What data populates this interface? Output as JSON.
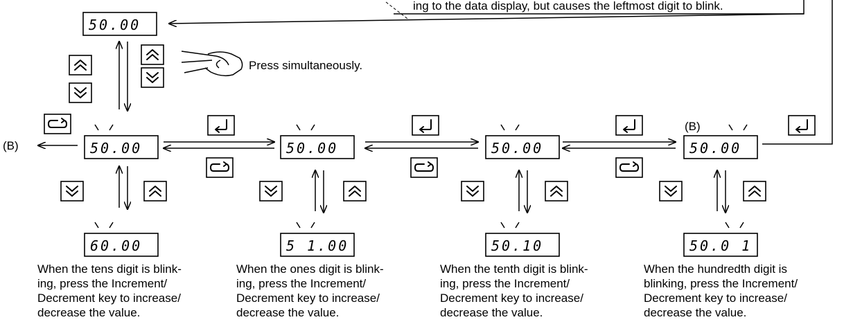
{
  "note": {
    "text": "ing to the data display, but causes the leftmost digit to blink."
  },
  "top_display": {
    "value": "50.00"
  },
  "press_simultaneously": "Press simultaneously.",
  "b_marker_left": "(B)",
  "b_marker_right": "(B)",
  "stages": [
    {
      "display": "50.00",
      "result": "60.00",
      "caption": [
        "When the tens digit is blink-",
        "ing, press the Increment/",
        "Decrement key to increase/",
        "decrease the value."
      ]
    },
    {
      "display": "50.00",
      "result": "5 1.00",
      "caption": [
        "When the ones digit is blink-",
        "ing, press the Increment/",
        "Decrement key to increase/",
        "decrease the value."
      ]
    },
    {
      "display": "50.00",
      "result": "50.10",
      "caption": [
        "When the tenth digit is blink-",
        "ing, press the Increment/",
        "Decrement key to increase/",
        "decrease the value."
      ]
    },
    {
      "display": "50.00",
      "result": "50.0 1",
      "caption": [
        "When the hundredth digit is",
        "blinking, press the Increment/",
        "Decrement key to increase/",
        "decrease the value."
      ]
    }
  ],
  "icons": {
    "increment": "double-chevron-up-icon",
    "decrement": "double-chevron-down-icon",
    "enter": "enter-key-icon",
    "shift": "shift-key-icon",
    "hand": "pointing-hand-icon"
  }
}
